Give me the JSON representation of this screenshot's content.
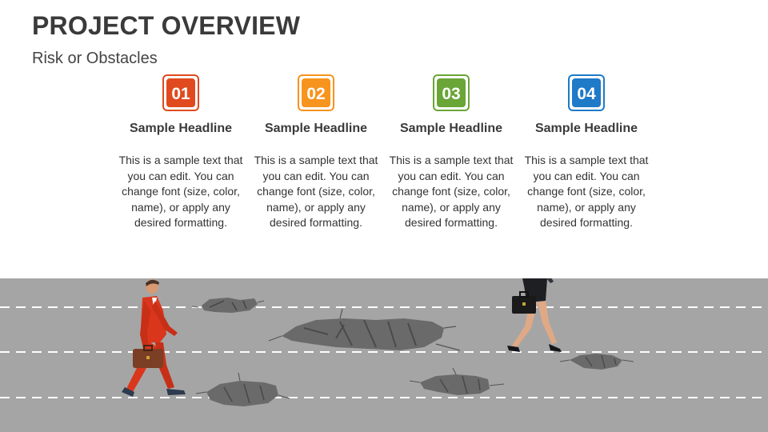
{
  "title": "PROJECT OVERVIEW",
  "subtitle": "Risk or Obstacles",
  "colors": {
    "red": "#e04a1e",
    "orange": "#f7941d",
    "green": "#6aa537",
    "blue": "#1f7ac8",
    "road": "#a5a5a5",
    "pothole": "#6a6a6a"
  },
  "items": [
    {
      "number": "01",
      "headline": "Sample Headline",
      "text": "This is a sample text that you can edit. You can change font (size, color, name), or apply any desired formatting."
    },
    {
      "number": "02",
      "headline": "Sample Headline",
      "text": "This is a sample text that you can edit. You can change font (size, color, name), or apply any desired formatting."
    },
    {
      "number": "03",
      "headline": "Sample Headline",
      "text": "This is a sample text that you can edit. You can change font (size, color, name), or apply any desired formatting."
    },
    {
      "number": "04",
      "headline": "Sample Headline",
      "text": "This is a sample text that you can edit. You can change font (size, color, name), or apply any desired formatting."
    }
  ]
}
